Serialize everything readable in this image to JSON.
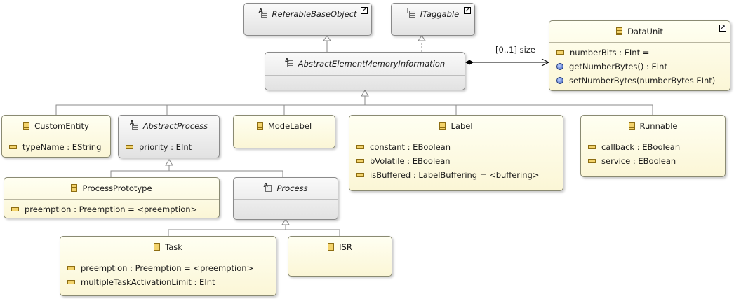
{
  "classes": {
    "referable_base_object": {
      "name": "ReferableBaseObject"
    },
    "itaggable": {
      "name": "ITaggable"
    },
    "abstract_element_memory_information": {
      "name": "AbstractElementMemoryInformation"
    },
    "data_unit": {
      "name": "DataUnit",
      "attributes": [
        "numberBits : EInt ="
      ],
      "operations": [
        "getNumberBytes() : EInt",
        "setNumberBytes(numberBytes EInt)"
      ]
    },
    "custom_entity": {
      "name": "CustomEntity",
      "attributes": [
        "typeName : EString"
      ]
    },
    "abstract_process": {
      "name": "AbstractProcess",
      "attributes": [
        "priority : EInt"
      ]
    },
    "mode_label": {
      "name": "ModeLabel"
    },
    "label": {
      "name": "Label",
      "attributes": [
        "constant : EBoolean",
        "bVolatile : EBoolean",
        "isBuffered : LabelBuffering = <buffering>"
      ]
    },
    "runnable": {
      "name": "Runnable",
      "attributes": [
        "callback : EBoolean",
        "service : EBoolean"
      ]
    },
    "process_prototype": {
      "name": "ProcessPrototype",
      "attributes": [
        "preemption : Preemption = <preemption>"
      ]
    },
    "process": {
      "name": "Process"
    },
    "task": {
      "name": "Task",
      "attributes": [
        "preemption : Preemption = <preemption>",
        "multipleTaskActivationLimit : EInt"
      ]
    },
    "isr": {
      "name": "ISR"
    }
  },
  "edges": {
    "size_reference_label": "[0..1] size"
  },
  "colors": {
    "concrete_fill": "#fbf6d6",
    "abstract_fill": "#e6e6e6",
    "border": "#8a8a72",
    "edge": "#8a8a8a"
  }
}
